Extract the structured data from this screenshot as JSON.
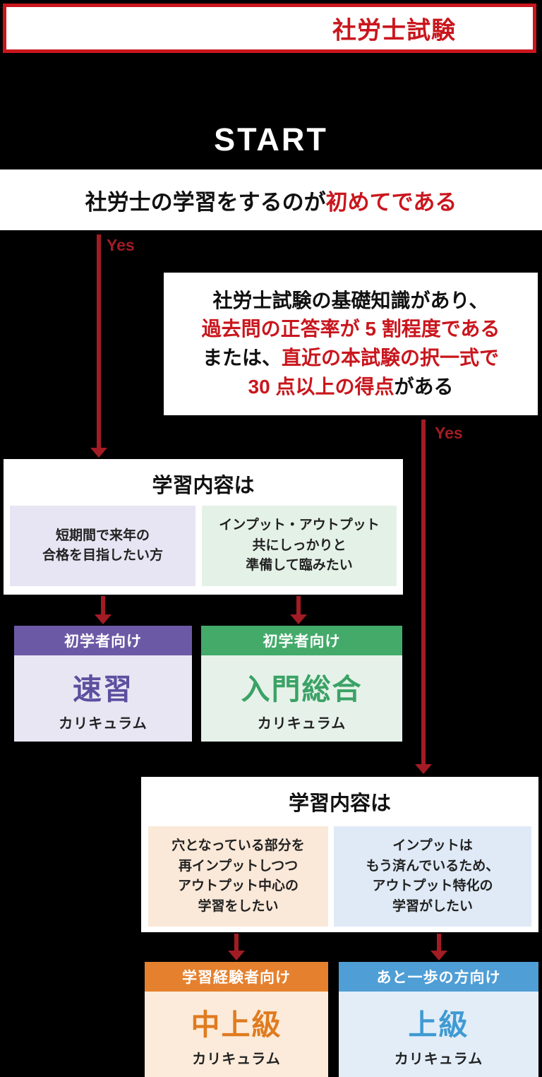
{
  "header": {
    "title": "社労士試験"
  },
  "start_label": "START",
  "q1": {
    "text_black": "社労士の学習をするのが",
    "text_red": "初めてである",
    "yes_label": "Yes"
  },
  "q2": {
    "line1": "社労士試験の基礎知識があり、",
    "line2": "過去問の正答率が 5 割程度である",
    "line3_black": "または、",
    "line3_red": "直近の本試験の択一式で",
    "line4_red": "30 点以上の得点",
    "line4_black": "がある",
    "yes_label": "Yes"
  },
  "branch_beginner": {
    "title": "学習内容は",
    "options": [
      {
        "text": "短期間で来年の\n合格を目指したい方"
      },
      {
        "text": "インプット・アウトプット\n共にしっかりと\n準備して臨みたい"
      }
    ]
  },
  "branch_experienced": {
    "title": "学習内容は",
    "options": [
      {
        "text": "穴となっている部分を\n再インプットしつつ\nアウトプット中心の\n学習をしたい"
      },
      {
        "text": "インプットは\nもう済んでいるため、\nアウトプット特化の\n学習がしたい"
      }
    ]
  },
  "cards": [
    {
      "tag": "初学者向け",
      "name": "速習",
      "sub": "カリキュラム"
    },
    {
      "tag": "初学者向け",
      "name": "入門総合",
      "sub": "カリキュラム"
    },
    {
      "tag": "学習経験者向け",
      "name": "中上級",
      "sub": "カリキュラム"
    },
    {
      "tag": "あと一歩の方向け",
      "name": "上級",
      "sub": "カリキュラム"
    }
  ],
  "colors": {
    "background": "#000000",
    "accent_red": "#c9161d",
    "arrow_red": "#a21c25",
    "purple": "#6c59a5",
    "green": "#44aa6a",
    "orange": "#e5812e",
    "blue": "#4f9ed5"
  }
}
